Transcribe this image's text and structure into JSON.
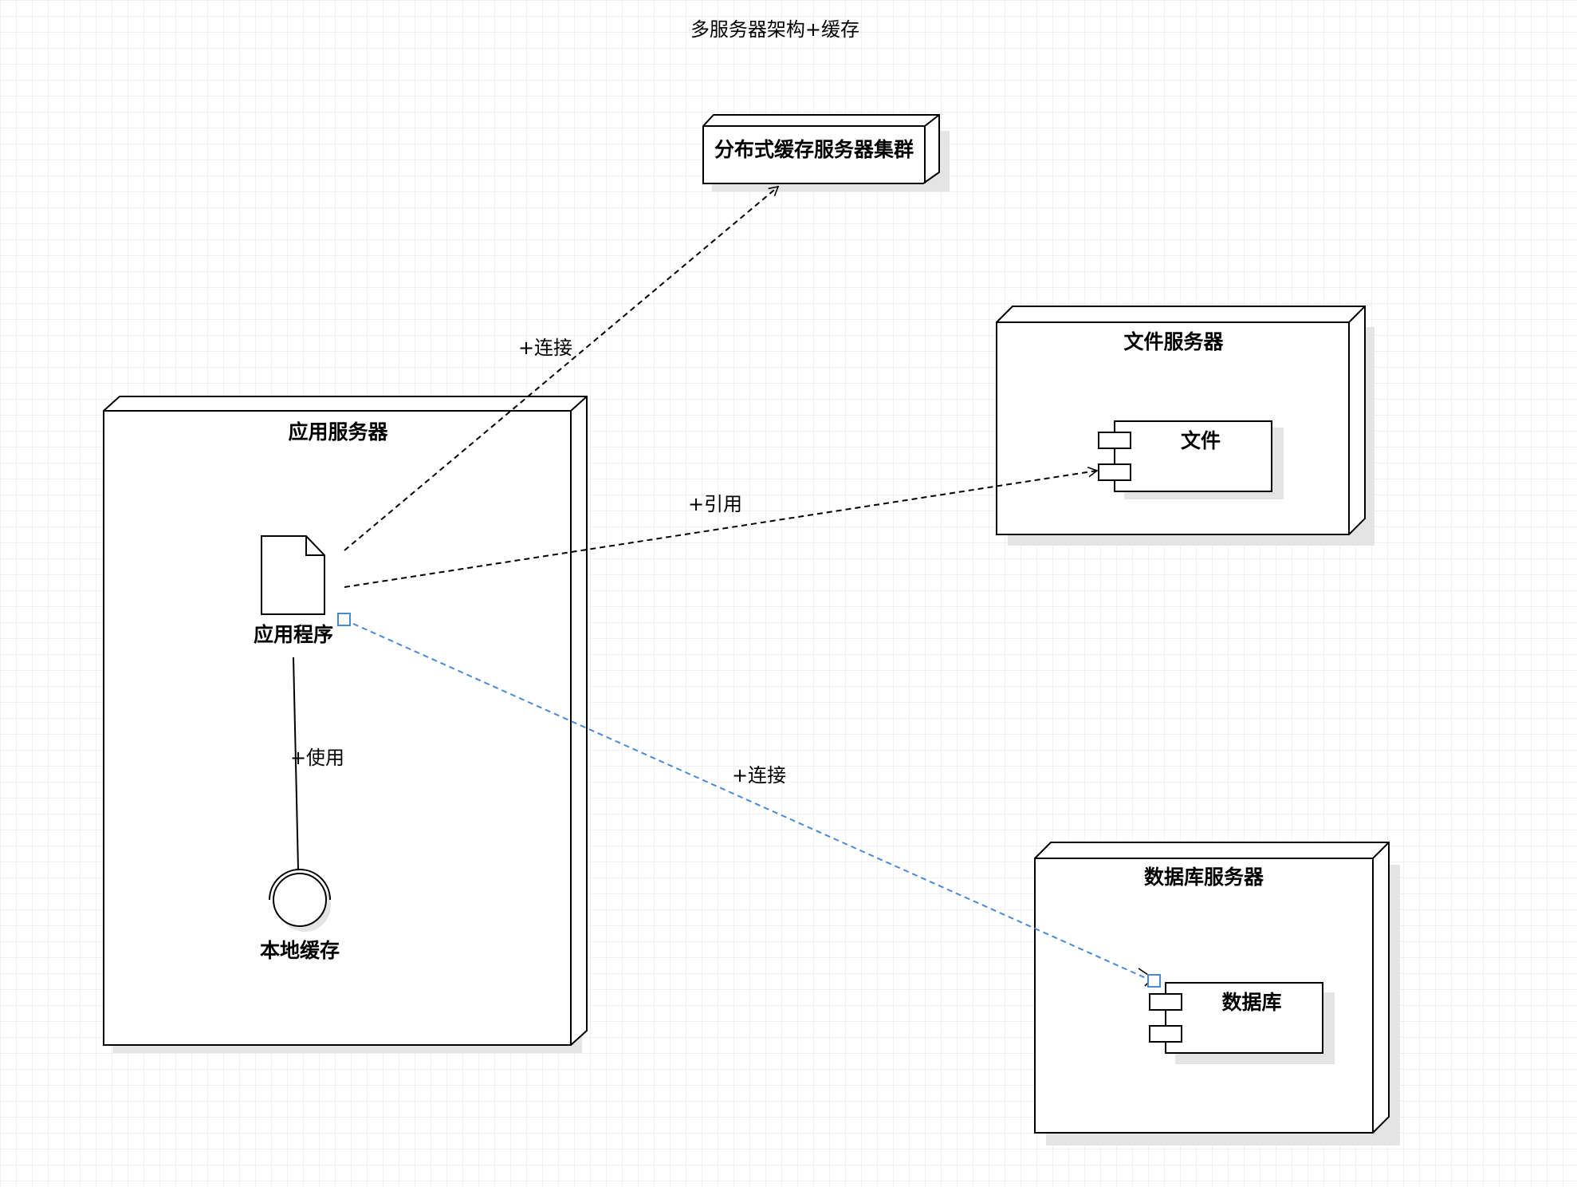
{
  "diagram": {
    "title": "多服务器架构+缓存",
    "nodes": {
      "app_server": {
        "label": "应用服务器"
      },
      "cache_cluster": {
        "label": "分布式缓存服务器集群"
      },
      "file_server": {
        "label": "文件服务器"
      },
      "db_server": {
        "label": "数据库服务器"
      }
    },
    "components": {
      "app_program": {
        "label": "应用程序"
      },
      "local_cache": {
        "label": "本地缓存"
      },
      "file": {
        "label": "文件"
      },
      "database": {
        "label": "数据库"
      }
    },
    "connections": {
      "app_to_cache": {
        "label": "+连接"
      },
      "app_to_file": {
        "label": "+引用"
      },
      "app_to_db": {
        "label": "+连接",
        "color": "#4a89d8"
      },
      "app_to_localcache": {
        "label": "+使用"
      }
    },
    "colors": {
      "line": "#000000",
      "selected": "#4a89d8",
      "shadow": "#e2e2e2",
      "grid": "#eef0f2"
    }
  }
}
